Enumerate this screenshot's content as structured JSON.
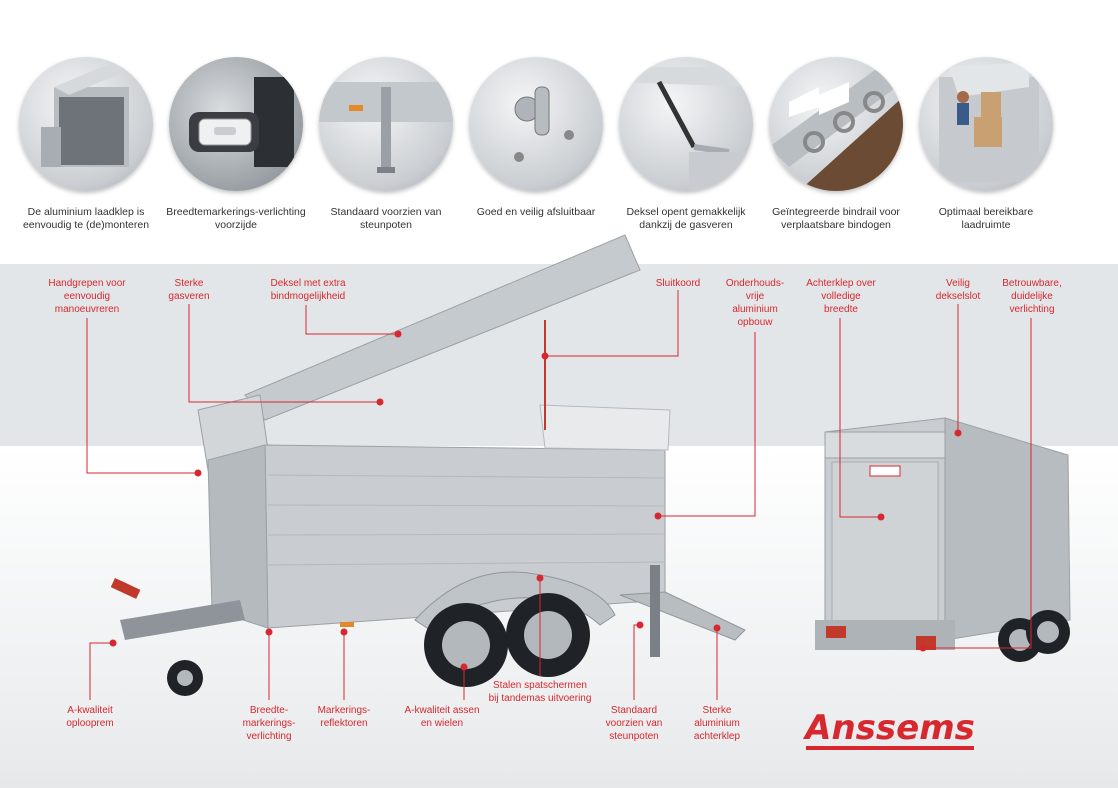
{
  "features": [
    {
      "caption": "De aluminium laadklep is eenvoudig te (de)monteren"
    },
    {
      "caption": "Breedtemarkerings-verlichting voorzijde"
    },
    {
      "caption": "Standaard voorzien van steunpoten"
    },
    {
      "caption": "Goed en veilig afsluitbaar"
    },
    {
      "caption": "Deksel opent gemakkelijk dankzij de gasveren"
    },
    {
      "caption": "Geïntegreerde bindrail voor verplaatsbare bindogen"
    },
    {
      "caption": "Optimaal bereikbare laadruimte"
    }
  ],
  "callouts": {
    "handgrepen": "Handgrepen voor eenvoudig manoeuvreren",
    "gasveren": "Sterke gasveren",
    "deksel": "Deksel met extra bindmogelijkheid",
    "sluitkoord": "Sluitkoord",
    "opbouw": "Onderhouds-vrije aluminium opbouw",
    "achterklep_breedte": "Achterklep over volledige breedte",
    "dekselslot": "Veilig dekselslot",
    "verlichting": "Betrouwbare, duidelijke verlichting",
    "oplooprem": "A-kwaliteit oplooprem",
    "breedte_verlichting": "Breedte-markerings-verlichting",
    "reflektoren": "Markerings-reflektoren",
    "assen": "A-kwaliteit assen en wielen",
    "spatschermen": "Stalen spatschermen bij tandemas uitvoering",
    "steunpoten": "Standaard voorzien van steunpoten",
    "achterklep": "Sterke aluminium achterklep"
  },
  "brand": {
    "logo_text": "Anssems",
    "color": "#d7282f"
  }
}
